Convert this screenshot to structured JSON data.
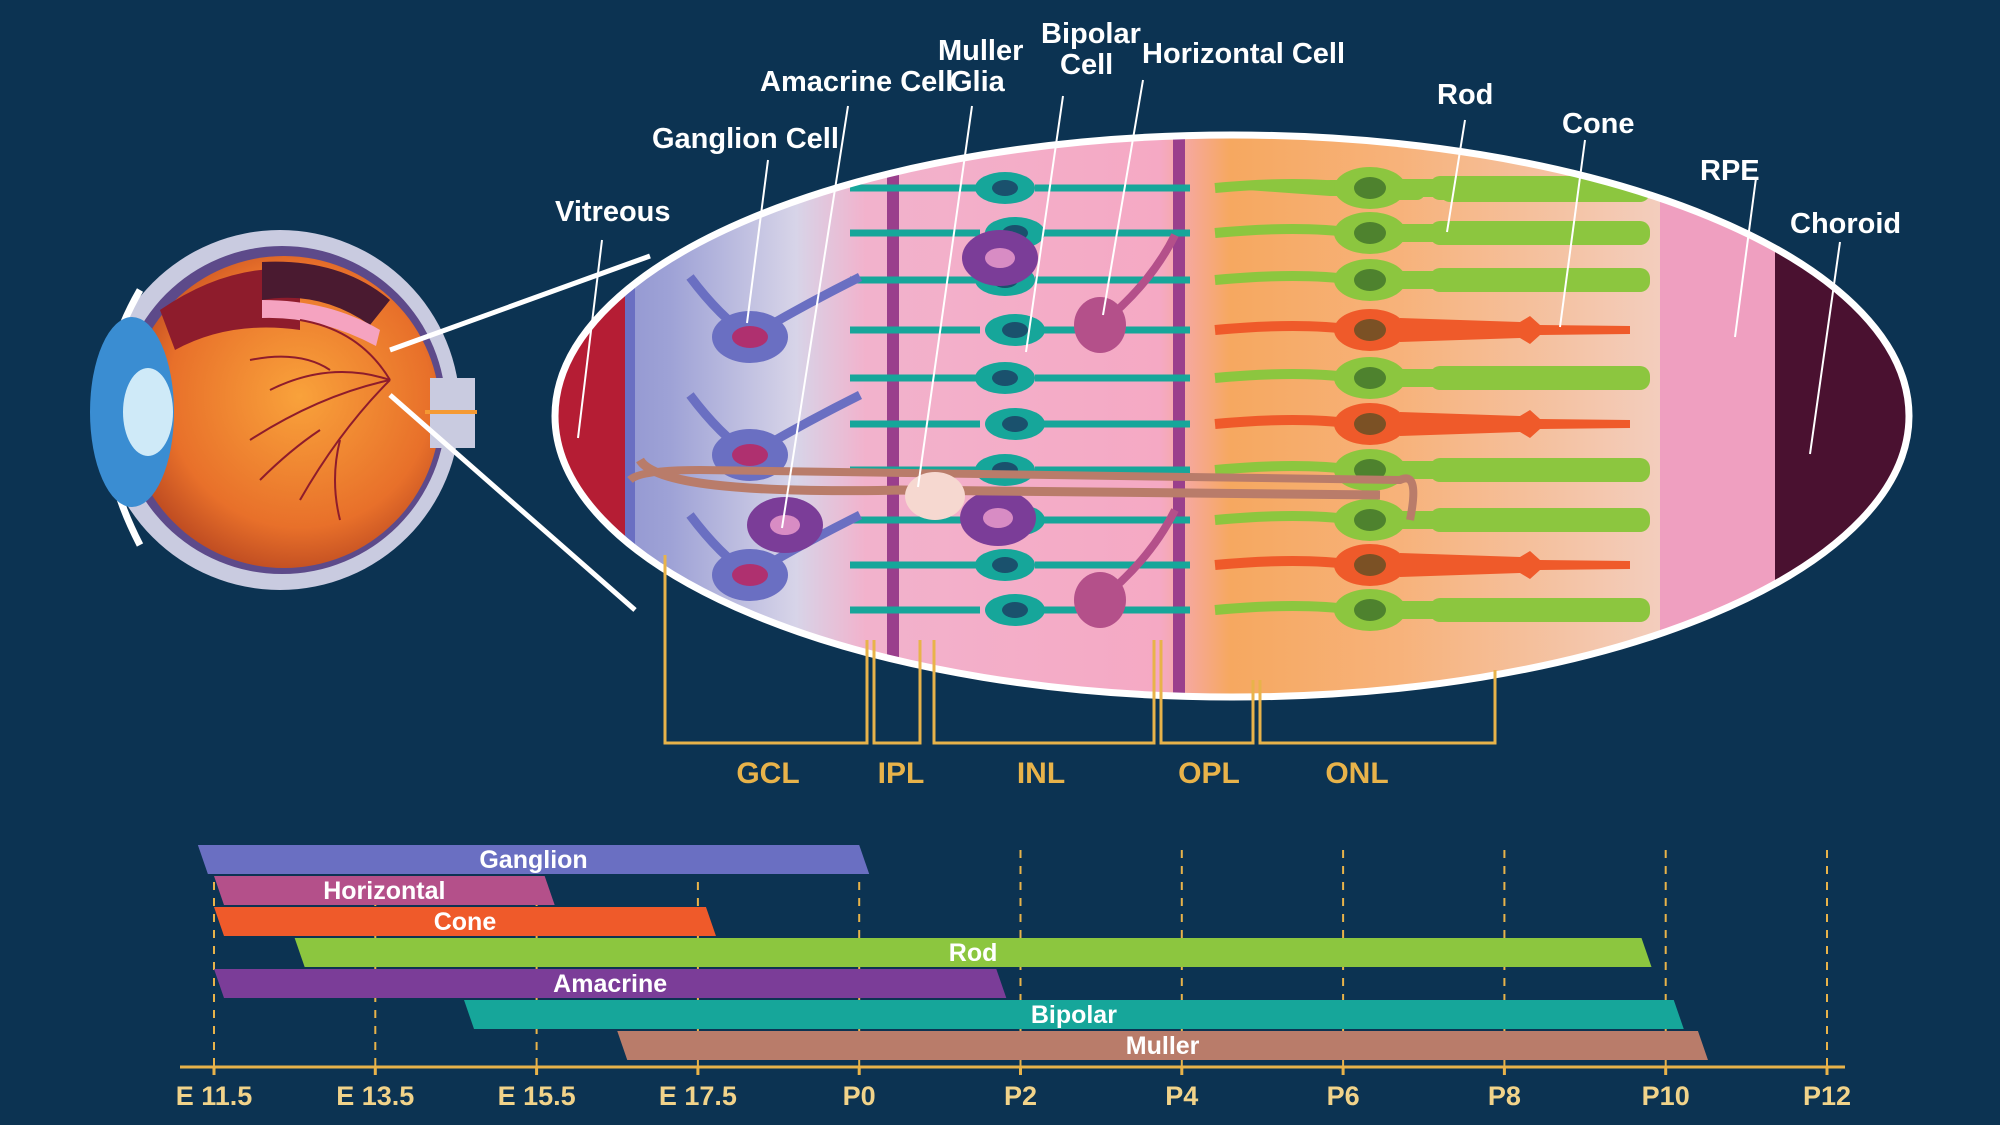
{
  "colors": {
    "background": "#0c3352",
    "bracket": "#e8b34a",
    "axis": "#e8b34a",
    "ganglion": "#6a6fc2",
    "horizontal": "#b4508a",
    "cone": "#ef5a2a",
    "rod": "#8cc63f",
    "amacrine": "#7b3d98",
    "bipolar": "#16a69a",
    "muller": "#b97c6a"
  },
  "cell_labels": {
    "vitreous": "Vitreous",
    "ganglion_cell": "Ganglion Cell",
    "amacrine_cell": "Amacrine Cell",
    "muller_glia_1": "Muller",
    "muller_glia_2": "Glia",
    "bipolar_cell_1": "Bipolar",
    "bipolar_cell_2": "Cell",
    "horizontal_cell": "Horizontal Cell",
    "rod": "Rod",
    "cone": "Cone",
    "rpe": "RPE",
    "choroid": "Choroid"
  },
  "layers": [
    "GCL",
    "IPL",
    "INL",
    "OPL",
    "ONL"
  ],
  "chart_data": {
    "type": "bar",
    "orientation": "horizontal",
    "x_ticks": [
      "E 11.5",
      "E 13.5",
      "E 15.5",
      "E 17.5",
      "P0",
      "P2",
      "P4",
      "P6",
      "P8",
      "P10",
      "P12"
    ],
    "series": [
      {
        "name": "Ganglion",
        "start": 11.3,
        "end": 19.5,
        "color": "#6a6fc2"
      },
      {
        "name": "Horizontal",
        "start": 11.5,
        "end": 15.6,
        "color": "#b4508a"
      },
      {
        "name": "Cone",
        "start": 11.5,
        "end": 17.6,
        "color": "#ef5a2a"
      },
      {
        "name": "Rod",
        "start": 12.5,
        "end": 29.2,
        "color": "#8cc63f"
      },
      {
        "name": "Amacrine",
        "start": 11.5,
        "end": 21.2,
        "color": "#7b3d98"
      },
      {
        "name": "Bipolar",
        "start": 14.6,
        "end": 29.6,
        "color": "#16a69a"
      },
      {
        "name": "Muller",
        "start": 16.5,
        "end": 29.9,
        "color": "#b97c6a"
      }
    ]
  }
}
